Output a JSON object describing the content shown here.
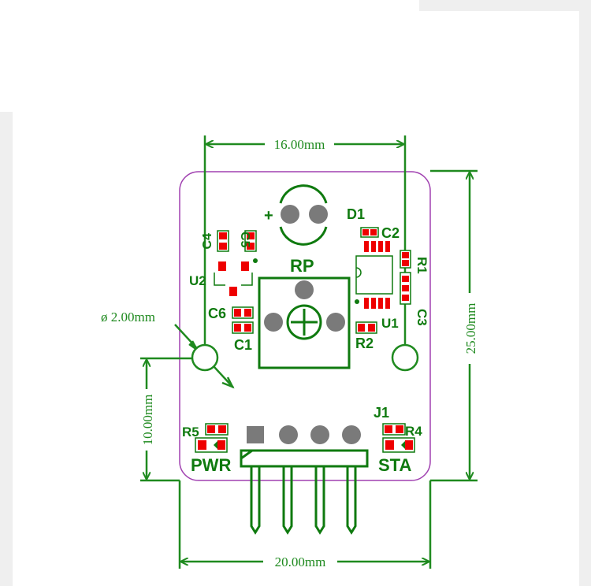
{
  "dimensions": {
    "top_width": "16.00mm",
    "bottom_width": "20.00mm",
    "right_height": "25.00mm",
    "left_height": "10.00mm",
    "hole_diameter": "ø 2.00mm"
  },
  "silkscreen": {
    "d1": "D1",
    "c2": "C2",
    "r1": "R1",
    "c3": "C3",
    "u1": "U1",
    "r2": "R2",
    "rp": "RP",
    "c4": "C4",
    "c5": "C5",
    "u2": "U2",
    "c6": "C6",
    "c1": "C1",
    "j1": "J1",
    "r5": "R5",
    "r4": "R4",
    "pwr": "PWR",
    "sta": "STA",
    "plus": "+"
  },
  "colors": {
    "silkscreen_green": "#0f7a0f",
    "dimension_green": "#1f8a1f",
    "pad_red": "#ee0000",
    "pad_gray": "#7a7a7a",
    "outline_purple": "#a040b0"
  }
}
